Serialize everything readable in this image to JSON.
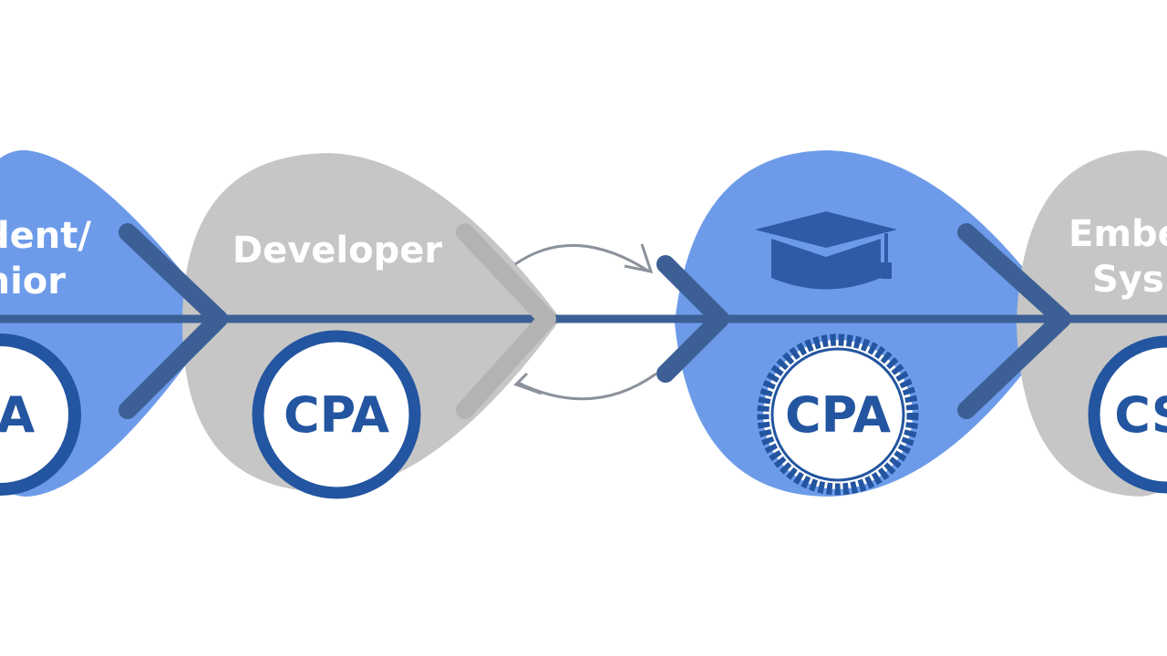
{
  "colors": {
    "blue_fill": "#6d9be9",
    "gray_fill": "#c6c6c6",
    "dark_blue": "#3c5f96",
    "badge_blue": "#2355a0",
    "arrow_gray": "#8c929b",
    "background": "#ffffff"
  },
  "stages": [
    {
      "color": "blue",
      "title_lines": [
        "ident/",
        "nior"
      ],
      "badge": "LA",
      "icon": null
    },
    {
      "color": "gray",
      "title_lines": [
        "Developer"
      ],
      "badge": "CPA",
      "icon": null
    },
    {
      "color": "blue",
      "title_lines": [],
      "badge": "CPA",
      "icon": "graduation-cap-icon"
    },
    {
      "color": "gray",
      "title_lines": [
        "Embe",
        "Sys"
      ],
      "badge": "CS",
      "icon": null
    }
  ],
  "connector": {
    "icon": "cycle-arrows-icon"
  }
}
